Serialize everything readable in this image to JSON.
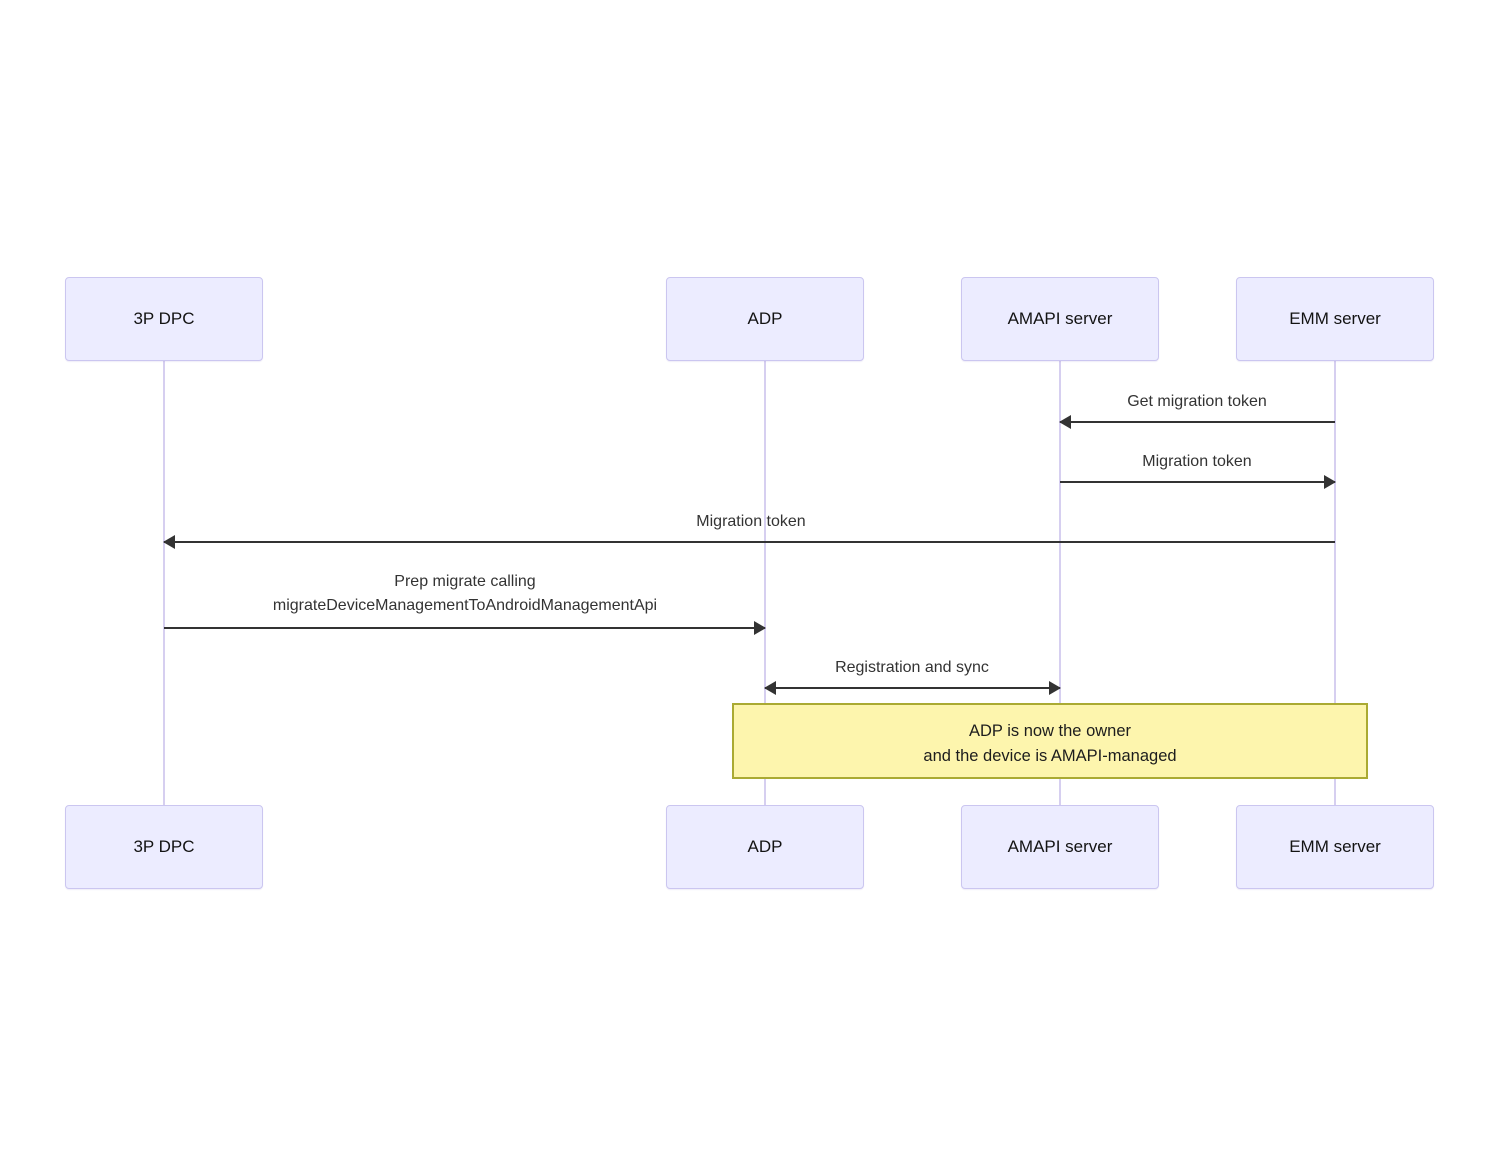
{
  "diagram": {
    "type": "sequence-diagram",
    "actors": [
      {
        "id": "3p-dpc",
        "label": "3P DPC"
      },
      {
        "id": "adp",
        "label": "ADP"
      },
      {
        "id": "amapi-server",
        "label": "AMAPI server"
      },
      {
        "id": "emm-server",
        "label": "EMM server"
      }
    ],
    "messages": [
      {
        "text": "Get migration token",
        "from": "emm-server",
        "to": "amapi-server",
        "arrow": "single"
      },
      {
        "text": "Migration token",
        "from": "amapi-server",
        "to": "emm-server",
        "arrow": "single"
      },
      {
        "text": "Migration token",
        "from": "emm-server",
        "to": "3p-dpc",
        "arrow": "single"
      },
      {
        "text_line1": "Prep migrate calling",
        "text_line2": "migrateDeviceManagementToAndroidManagementApi",
        "from": "3p-dpc",
        "to": "adp",
        "arrow": "single"
      },
      {
        "text": "Registration and sync",
        "from": "adp",
        "to": "amapi-server",
        "arrow": "bidirectional"
      }
    ],
    "note": {
      "over_from": "adp",
      "over_to": "emm-server",
      "text_line1": "ADP is now the owner",
      "text_line2": "and the device is AMAPI-managed"
    },
    "colors": {
      "actor_fill": "#ECECFF",
      "actor_border": "#CBC6F0",
      "lifeline": "#D6CFF0",
      "signal_line": "#333333",
      "message_text": "#333333",
      "actor_text": "#131313",
      "note_fill": "#FDF5AD",
      "note_border": "#AAAA33",
      "background": "#FFFFFF"
    }
  }
}
